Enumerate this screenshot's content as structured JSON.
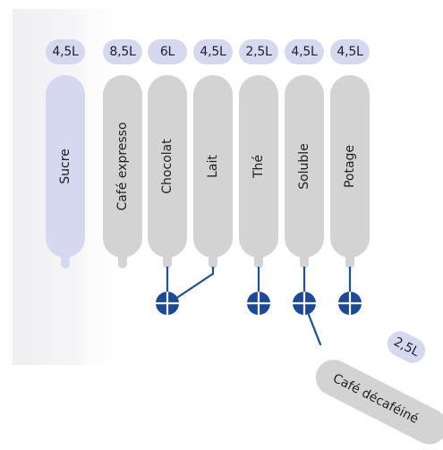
{
  "colors": {
    "canister": "#d3d3d3",
    "sugar": "#d5d8ef",
    "badge": "#d5d8ef",
    "pipe": "#1f4e9a",
    "valve": "#1c4a96"
  },
  "canisters": [
    {
      "label": "Sucre",
      "capacity": "4,5L"
    },
    {
      "label": "Café expresso",
      "capacity": "8,5L"
    },
    {
      "label": "Chocolat",
      "capacity": "6L"
    },
    {
      "label": "Lait",
      "capacity": "4,5L"
    },
    {
      "label": "Thé",
      "capacity": "2,5L"
    },
    {
      "label": "Soluble",
      "capacity": "4,5L"
    },
    {
      "label": "Potage",
      "capacity": "4,5L"
    }
  ],
  "decaf": {
    "label": "Café décaféiné",
    "capacity": "2,5L"
  },
  "valve_icon": "mixing-valve-icon"
}
